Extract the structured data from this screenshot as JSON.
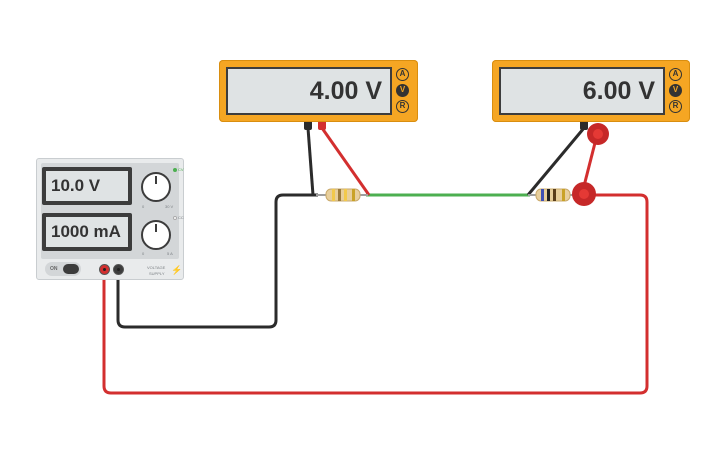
{
  "meters": {
    "left": {
      "reading": "4.00 V",
      "modes": [
        "A",
        "V",
        "R"
      ],
      "active_mode": "V"
    },
    "right": {
      "reading": "6.00 V",
      "modes": [
        "A",
        "V",
        "R"
      ],
      "active_mode": "V"
    }
  },
  "power_supply": {
    "voltage": "10.0 V",
    "current": "1000 mA",
    "voltage_knob_min": "0",
    "voltage_knob_max": "30 V",
    "current_knob_min": "0",
    "current_knob_max": "5 A",
    "cv_label": "CV",
    "cc_label": "CC",
    "switch_label": "ON",
    "brand_line1": "VOLTAGE",
    "brand_line2": "SUPPLY"
  },
  "colors": {
    "meter_body": "#f5a623",
    "wire_red": "#d32f2f",
    "wire_black": "#2b2b2b",
    "wire_green": "#4caf50",
    "led_green": "#4caf50"
  }
}
